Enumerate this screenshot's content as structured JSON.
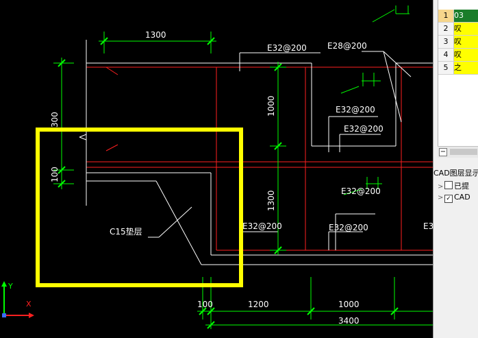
{
  "drawing": {
    "dimensions": {
      "top_1300": "1300",
      "left_300": "300",
      "left_100": "100",
      "mid_1000": "1000",
      "mid_1300": "1300",
      "bottom_100": "100",
      "bottom_1200": "1200",
      "bottom_1000": "1000",
      "bottom_3400": "3400"
    },
    "rebar_labels": {
      "e32_top": "E32@200",
      "e28_top": "E28@200",
      "e32_mid1": "E32@200",
      "e32_mid2": "E32@200",
      "e32_low_right": "E32@200",
      "e32_low_left": "E32@200",
      "e32_low_mid": "E32@200",
      "e3_cut": "E3"
    },
    "notes": {
      "cushion": "C15垫层"
    },
    "ucs": {
      "x": "X",
      "y": "Y"
    },
    "colors": {
      "background": "#000000",
      "dimension": "#00ff00",
      "rebar": "#ff0000",
      "outline": "#ffffff",
      "highlight": "#ffff00"
    }
  },
  "panel": {
    "rows": [
      {
        "num": "1",
        "value": "03",
        "selected": true
      },
      {
        "num": "2",
        "value": "叹",
        "selected": false
      },
      {
        "num": "3",
        "value": "叹",
        "selected": false
      },
      {
        "num": "4",
        "value": "叹",
        "selected": false
      },
      {
        "num": "5",
        "value": "之",
        "selected": false
      }
    ],
    "layer_title": "CAD图层显示",
    "layer_items": [
      {
        "label": "已提",
        "checked": false
      },
      {
        "label": "CAD",
        "checked": true
      }
    ]
  }
}
